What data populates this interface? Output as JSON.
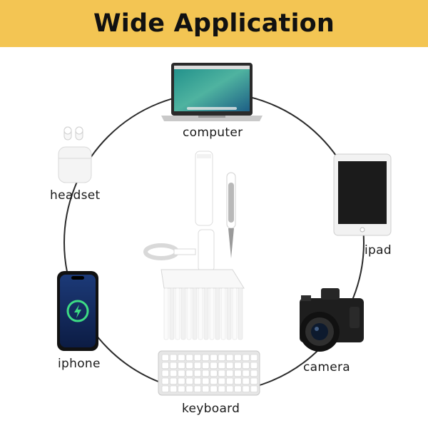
{
  "banner": {
    "title": "Wide Application",
    "background": "#f3c553"
  },
  "devices": [
    {
      "id": "computer",
      "label": "computer",
      "icon": "laptop-icon"
    },
    {
      "id": "ipad",
      "label": "ipad",
      "icon": "tablet-icon"
    },
    {
      "id": "camera",
      "label": "camera",
      "icon": "camera-icon"
    },
    {
      "id": "keyboard",
      "label": "keyboard",
      "icon": "keyboard-icon"
    },
    {
      "id": "iphone",
      "label": "iphone",
      "icon": "phone-icon"
    },
    {
      "id": "headset",
      "label": "headset",
      "icon": "earbuds-icon"
    }
  ],
  "center_product": {
    "icon": "cleaning-brush-kit-icon"
  },
  "colors": {
    "ring": "#2b2b2b",
    "text": "#1a1a1a",
    "charge_green": "#3ddc84"
  }
}
